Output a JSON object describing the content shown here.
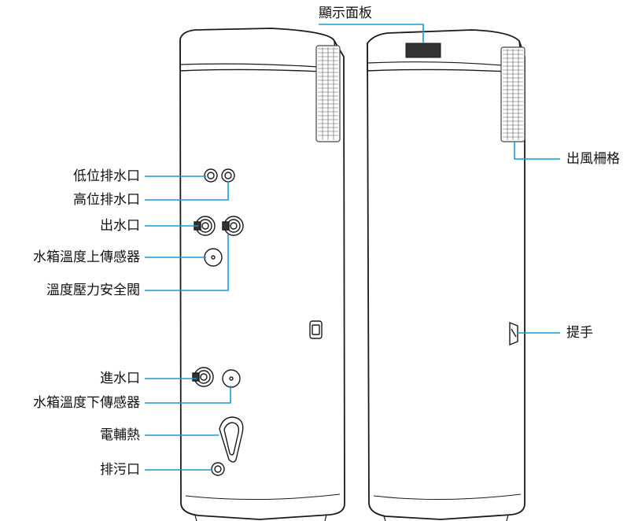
{
  "colors": {
    "leader": "#1a9ad6",
    "outline": "#1a1a1a"
  },
  "labels": {
    "display_panel": "顯示面板",
    "outlet_grille": "出風柵格",
    "low_drain": "低位排水口",
    "high_drain": "高位排水口",
    "water_outlet": "出水口",
    "upper_temp_sensor": "水箱溫度上傳感器",
    "tp_relief_valve": "溫度壓力安全閥",
    "water_inlet": "進水口",
    "lower_temp_sensor": "水箱溫度下傳感器",
    "electric_heater": "電輔熱",
    "sewage_outlet": "排污口",
    "handle": "提手"
  }
}
